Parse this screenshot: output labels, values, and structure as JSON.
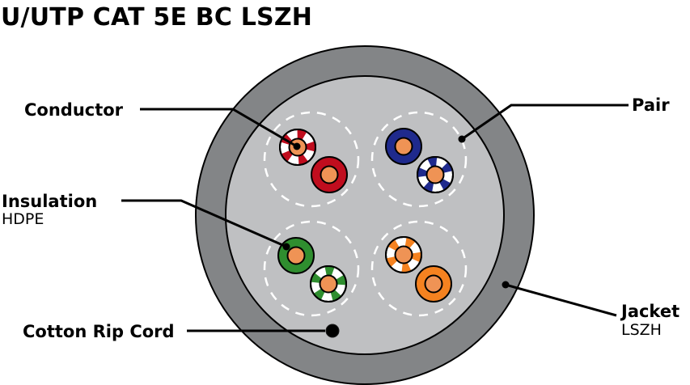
{
  "title": "U/UTP CAT 5E BC LSZH",
  "callouts": {
    "conductor": {
      "label": "Conductor"
    },
    "pair": {
      "label": "Pair"
    },
    "insulation": {
      "label": "Insulation",
      "material": "HDPE"
    },
    "rip_cord": {
      "label": "Cotton Rip Cord"
    },
    "jacket": {
      "label": "Jacket",
      "material": "LSZH"
    }
  },
  "colors": {
    "jacket": "#838587",
    "interior": "#bfc0c2",
    "conductor": "#ef9355",
    "red": "#c00d1e",
    "blue": "#1f2a8d",
    "green": "#2f8e2f",
    "orange": "#f58220",
    "white": "#ffffff",
    "outline": "#000000"
  },
  "pairs": [
    {
      "position": "top-left",
      "color_name": "red",
      "wires": [
        "white/red striped",
        "solid red"
      ]
    },
    {
      "position": "top-right",
      "color_name": "blue",
      "wires": [
        "solid blue",
        "white/blue striped"
      ]
    },
    {
      "position": "bottom-left",
      "color_name": "green",
      "wires": [
        "solid green",
        "white/green striped"
      ]
    },
    {
      "position": "bottom-right",
      "color_name": "orange",
      "wires": [
        "white/orange striped",
        "solid orange"
      ]
    }
  ]
}
